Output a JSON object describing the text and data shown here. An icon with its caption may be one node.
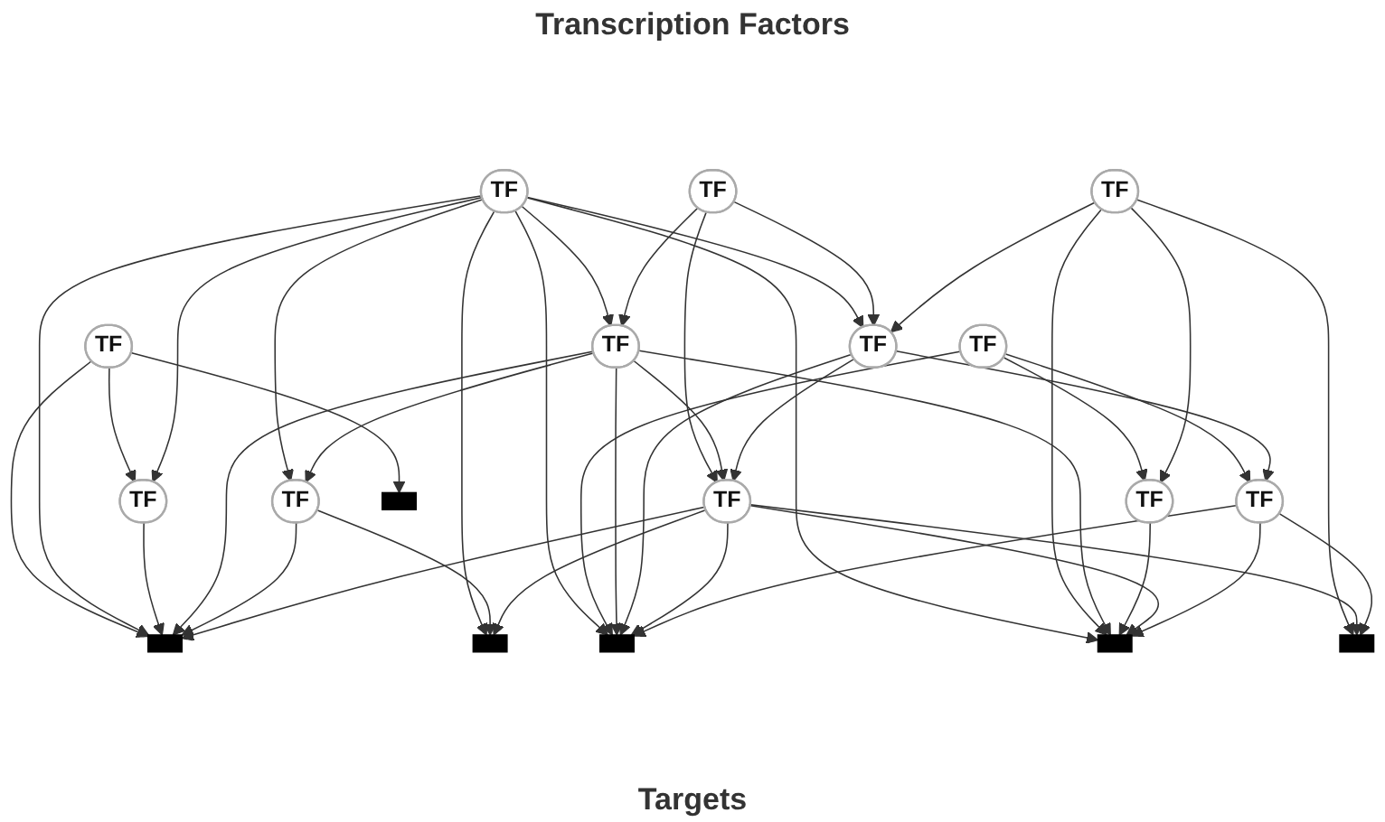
{
  "diagram": {
    "title": "Transcription Factors",
    "nodes": [
      {
        "text": [
          "TF"
        ]
      },
      {
        "text": [
          "TF"
        ]
      },
      {
        "text": [
          "TF"
        ]
      },
      {
        "text": [
          "TF"
        ]
      },
      {
        "text": [
          "TF"
        ]
      },
      {
        "text": [
          "TF"
        ]
      },
      {
        "text": [
          "TF"
        ]
      },
      {
        "text": [
          "TF"
        ]
      },
      {
        "text": [
          "TF"
        ]
      },
      {
        "text": [
          "TF"
        ]
      },
      {
        "text": [
          "TF"
        ]
      },
      {
        "text": [
          "TF"
        ]
      },
      {
        "text": [],
        "shape": "bar"
      },
      {
        "text": [],
        "shape": "bar"
      },
      {
        "text": [],
        "shape": "bar"
      },
      {
        "text": [],
        "shape": "bar"
      },
      {
        "text": [],
        "shape": "bar"
      },
      {
        "text": [],
        "shape": "bar"
      }
    ],
    "edges": [
      {
        "from": 0,
        "to": 5,
        "arrow": "to"
      },
      {
        "from": 0,
        "to": 12,
        "arrow": "to"
      },
      {
        "from": 0,
        "to": 13,
        "arrow": "to"
      },
      {
        "from": 1,
        "to": 5,
        "arrow": "to"
      },
      {
        "from": 1,
        "to": 9,
        "arrow": "to"
      },
      {
        "from": 1,
        "to": 6,
        "arrow": "to"
      },
      {
        "from": 1,
        "to": 7,
        "arrow": "to"
      },
      {
        "from": 1,
        "to": 13,
        "arrow": "to"
      },
      {
        "from": 1,
        "to": 14,
        "arrow": "to"
      },
      {
        "from": 1,
        "to": 15,
        "arrow": "to"
      },
      {
        "from": 1,
        "to": 16,
        "arrow": "to"
      },
      {
        "from": 2,
        "to": 6,
        "arrow": "to"
      },
      {
        "from": 2,
        "to": 10,
        "arrow": "to"
      },
      {
        "from": 2,
        "to": 7,
        "arrow": "to"
      },
      {
        "from": 3,
        "to": 8,
        "arrow": "to"
      },
      {
        "from": 3,
        "to": 11,
        "arrow": "to"
      },
      {
        "from": 3,
        "to": 15,
        "arrow": "to"
      },
      {
        "from": 4,
        "to": 7,
        "arrow": "to"
      },
      {
        "from": 4,
        "to": 8,
        "arrow": "to"
      },
      {
        "from": 4,
        "to": 16,
        "arrow": "to"
      },
      {
        "from": 4,
        "to": 17,
        "arrow": "to"
      },
      {
        "from": 5,
        "to": 13,
        "arrow": "to"
      },
      {
        "from": 6,
        "to": 9,
        "arrow": "to"
      },
      {
        "from": 6,
        "to": 10,
        "arrow": "to"
      },
      {
        "from": 6,
        "to": 13,
        "arrow": "to"
      },
      {
        "from": 6,
        "to": 15,
        "arrow": "to"
      },
      {
        "from": 6,
        "to": 16,
        "arrow": "to"
      },
      {
        "from": 7,
        "to": 10,
        "arrow": "to"
      },
      {
        "from": 7,
        "to": 11,
        "arrow": "to"
      },
      {
        "from": 7,
        "to": 15,
        "arrow": "to"
      },
      {
        "from": 8,
        "to": 16,
        "arrow": "to"
      },
      {
        "from": 9,
        "to": 13,
        "arrow": "to"
      },
      {
        "from": 9,
        "to": 14,
        "arrow": "to"
      },
      {
        "from": 10,
        "to": 13,
        "arrow": "to"
      },
      {
        "from": 10,
        "to": 14,
        "arrow": "to"
      },
      {
        "from": 10,
        "to": 15,
        "arrow": "to"
      },
      {
        "from": 10,
        "to": 16,
        "arrow": "to"
      },
      {
        "from": 10,
        "to": 17,
        "arrow": "to"
      },
      {
        "from": 11,
        "to": 15,
        "arrow": "to"
      },
      {
        "from": 11,
        "to": 16,
        "arrow": "to"
      },
      {
        "from": 11,
        "to": 17,
        "arrow": "to"
      }
    ],
    "labels": [
      "Targets"
    ]
  }
}
